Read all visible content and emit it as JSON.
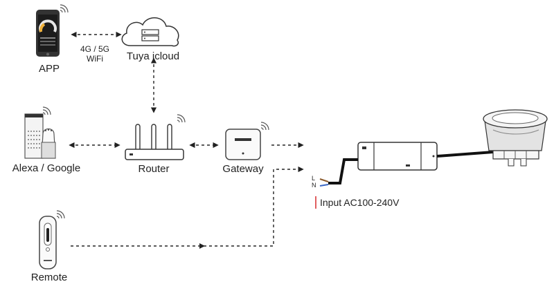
{
  "nodes": {
    "app": {
      "label": "APP"
    },
    "cloud": {
      "label": "Tuya icloud"
    },
    "alexa": {
      "label": "Alexa / Google"
    },
    "router": {
      "label": "Router"
    },
    "gateway": {
      "label": "Gateway"
    },
    "remote": {
      "label": "Remote"
    }
  },
  "links": {
    "app_cloud": {
      "line1": "4G / 5G",
      "line2": "WiFi"
    }
  },
  "driver": {
    "terminal_l": "L",
    "terminal_n": "N",
    "input_label": "Input AC100-240V"
  },
  "colors": {
    "line": "#222222",
    "input_marker": "#d6282a",
    "wire_brown": "#8b5a2b",
    "wire_blue": "#3a66c4"
  }
}
